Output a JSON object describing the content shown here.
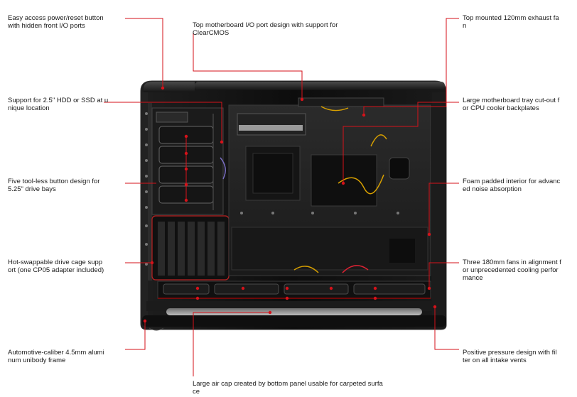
{
  "callouts": {
    "power_reset": "Easy access power/reset button\nwith hidden front I/O ports",
    "top_io": "Top motherboard I/O port design with support for\nClearCMOS",
    "exhaust_fan": "Top mounted 120mm exhaust fa\nn",
    "hdd_ssd": "Support for 2.5\" HDD or SSD at u\nnique location",
    "tray_cutout": "Large motherboard tray cut-out f\nor CPU cooler backplates",
    "drive_bays": "Five tool-less button design for\n5.25\" drive bays",
    "foam": "Foam padded interior for advanc\ned noise absorption",
    "hot_swap": "Hot-swappable drive cage supp\nort (one CP05 adapter included)",
    "fans": "Three 180mm fans in alignment f\nor unprecedented cooling perfor\nmance",
    "frame": "Automotive-caliber 4.5mm alumi\nnum unibody frame",
    "pressure": "Positive pressure design with fil\nter on all intake vents",
    "air_gap": "Large air cap created by bottom panel usable for carpeted surfa\nce"
  },
  "colors": {
    "accent": "#d6121a",
    "case": "#141414",
    "case_panel": "#2a2a2a",
    "text": "#1a1a1a"
  }
}
